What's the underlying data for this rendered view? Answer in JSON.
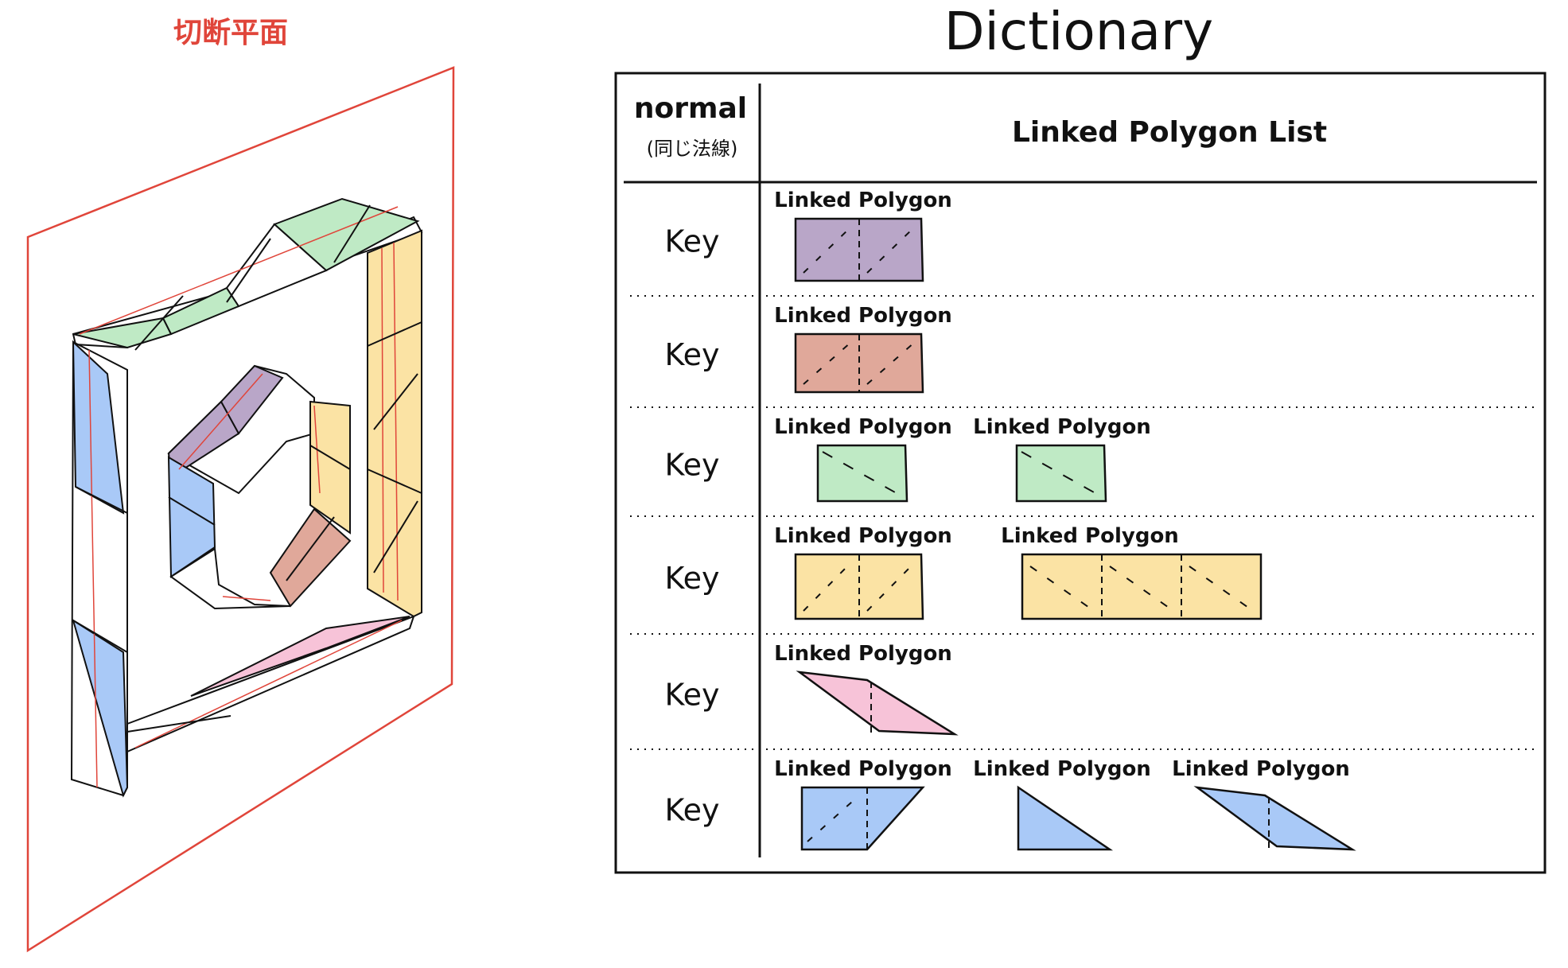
{
  "left": {
    "plane_label": "切断平面"
  },
  "dictionary": {
    "title": "Dictionary",
    "header": {
      "key_col": "normal",
      "key_col_sub": "(同じ法線)",
      "value_col": "Linked Polygon List"
    },
    "rows": [
      {
        "key": "Key",
        "polygons": [
          {
            "label": "Linked Polygon",
            "shape": "rect-2"
          }
        ]
      },
      {
        "key": "Key",
        "polygons": [
          {
            "label": "Linked Polygon",
            "shape": "rect-2"
          }
        ]
      },
      {
        "key": "Key",
        "polygons": [
          {
            "label": "Linked Polygon",
            "shape": "rect-1"
          },
          {
            "label": "Linked Polygon",
            "shape": "rect-1"
          }
        ]
      },
      {
        "key": "Key",
        "polygons": [
          {
            "label": "Linked Polygon",
            "shape": "rect-2"
          },
          {
            "label": "Linked Polygon",
            "shape": "rect-3"
          }
        ]
      },
      {
        "key": "Key",
        "polygons": [
          {
            "label": "Linked Polygon",
            "shape": "parallelogram"
          }
        ]
      },
      {
        "key": "Key",
        "polygons": [
          {
            "label": "Linked Polygon",
            "shape": "trapezoid"
          },
          {
            "label": "Linked Polygon",
            "shape": "triangle"
          },
          {
            "label": "Linked Polygon",
            "shape": "parallelogram"
          }
        ]
      }
    ]
  },
  "colors": {
    "purple": "#b9a6c8",
    "salmon": "#e0a89a",
    "green": "#bfeac5",
    "yellow": "#fbe3a4",
    "pink": "#f7c3d8",
    "blue": "#a9c9f7",
    "red_line": "#e0453a",
    "ink": "#111111"
  }
}
